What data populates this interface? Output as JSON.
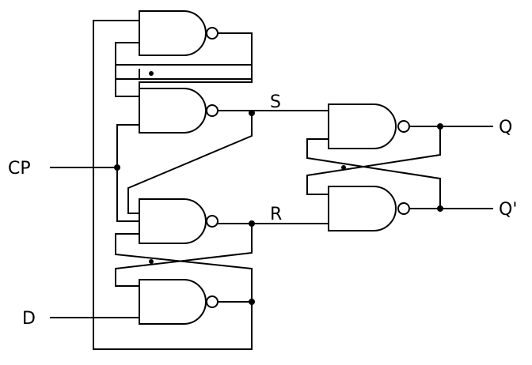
{
  "diagram": {
    "labels": {
      "cp": "CP",
      "d": "D",
      "s": "S",
      "r": "R",
      "q": "Q",
      "q_bar": "Q'"
    },
    "colors": {
      "stroke": "#000000",
      "background": "#ffffff"
    },
    "gate_type": "NAND",
    "gate_count": 6
  }
}
